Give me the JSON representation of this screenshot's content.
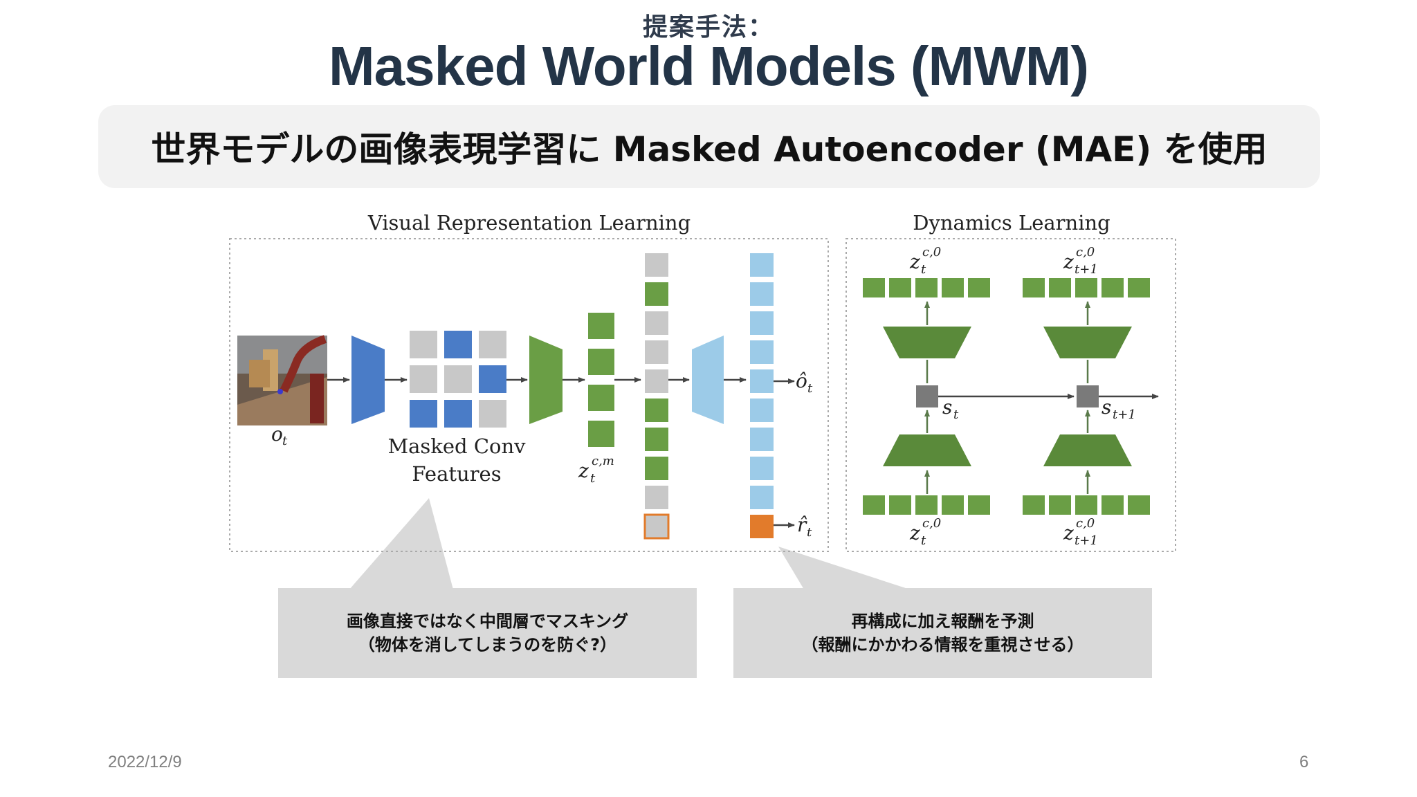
{
  "slide": {
    "subtitle": "提案手法：",
    "title": "Masked World Models (MWM)",
    "banner": "世界モデルの画像表現学習に Masked Autoencoder (MAE) を使用",
    "date": "2022/12/9",
    "page_number": "6"
  },
  "diagram": {
    "section_left_title": "Visual Representation Learning",
    "section_right_title": "Dynamics Learning",
    "labels": {
      "observation": "o",
      "observation_sub": "t",
      "masked_conv_line1": "Masked Conv",
      "masked_conv_line2": "Features",
      "latent_masked": "z",
      "latent_masked_sup": "c,m",
      "latent_masked_sub": "t",
      "recon_obs": "ô",
      "recon_obs_sub": "t",
      "recon_reward": "r̂",
      "recon_reward_sub": "t",
      "state_t": "s",
      "state_t_sub": "t",
      "state_t1": "s",
      "state_t1_sub": "t+1",
      "z_top_t": "z",
      "z_top_t_sup": "c,0",
      "z_top_t_sub": "t",
      "z_top_t1": "z",
      "z_top_t1_sup": "c,0",
      "z_top_t1_sub": "t+1",
      "z_bot_t": "z",
      "z_bot_t_sup": "c,0",
      "z_bot_t_sub": "t",
      "z_bot_t1": "z",
      "z_bot_t1_sup": "c,0",
      "z_bot_t1_sub": "t+1"
    },
    "colors": {
      "blue_dark": "#4a7cc7",
      "blue_light": "#9ccbe8",
      "green": "#6a9e45",
      "green_dark": "#5a8a3a",
      "gray": "#c8c8c8",
      "orange": "#e27b2b",
      "state_box": "#7a7a7a"
    }
  },
  "callouts": {
    "left_line1": "画像直接ではなく中間層でマスキング",
    "left_line2": "（物体を消してしまうのを防ぐ?）",
    "right_line1": "再構成に加え報酬を予測",
    "right_line2": "（報酬にかかわる情報を重視させる）"
  }
}
